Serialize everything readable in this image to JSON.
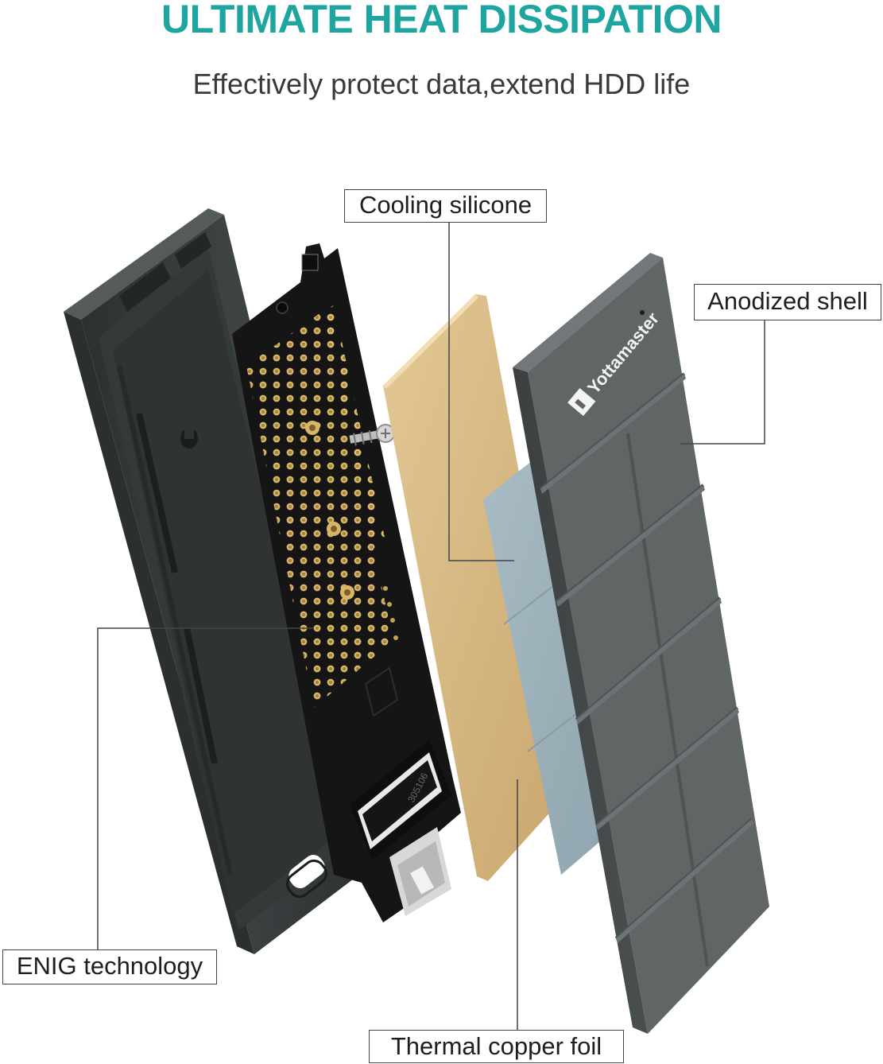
{
  "header": {
    "title": "ULTIMATE HEAT DISSIPATION",
    "subtitle": "Effectively protect data,extend HDD life"
  },
  "labels": {
    "cooling_silicone": "Cooling silicone",
    "anodized_shell": "Anodized shell",
    "enig_technology": "ENIG technology",
    "thermal_copper_foil": "Thermal copper foil"
  },
  "brand": {
    "name": "Yottamaster"
  },
  "board": {
    "marking": "305106"
  },
  "colors": {
    "headline": "#1fa5a0",
    "shell": "#5f6465",
    "pcb": "#141414",
    "gold": "#c9a55a",
    "copper_foil": "#d8bd8a",
    "silicone": "#9fb3bd"
  }
}
